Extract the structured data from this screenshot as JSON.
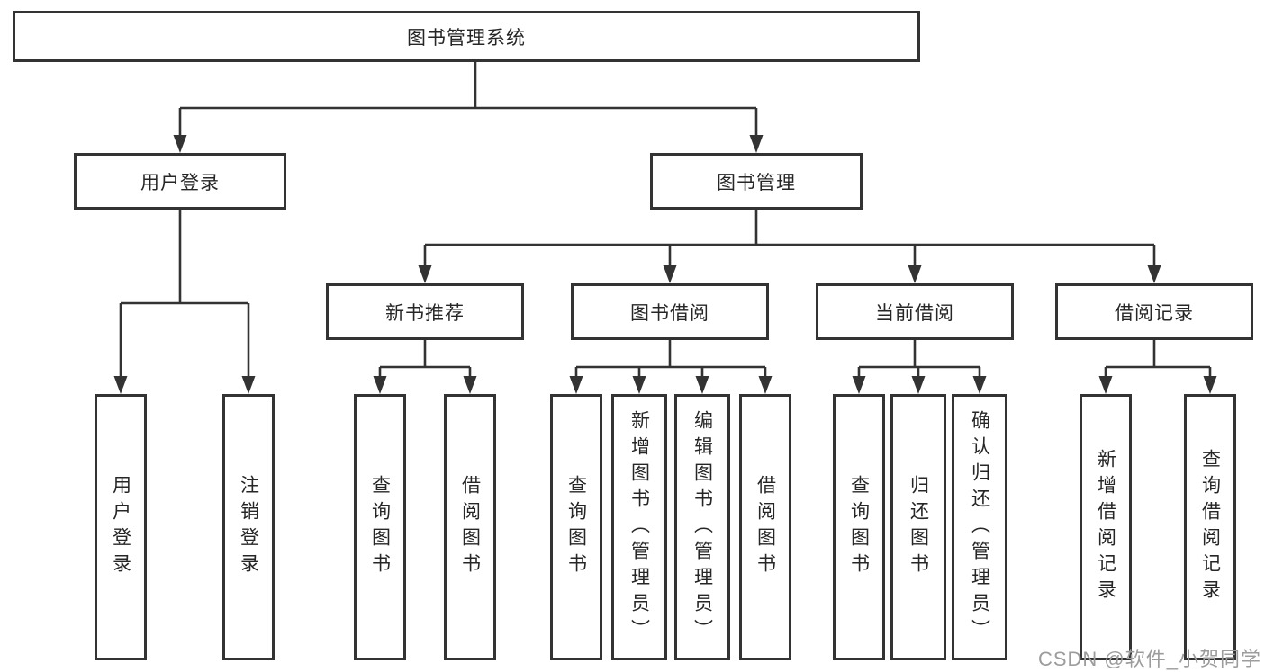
{
  "diagram": {
    "root": {
      "label": "图书管理系统"
    },
    "branches": [
      {
        "label": "用户登录",
        "children": [
          "用户登录",
          "注销登录"
        ]
      },
      {
        "label": "图书管理",
        "children": [
          {
            "label": "新书推荐",
            "children": [
              "查询图书",
              "借阅图书"
            ]
          },
          {
            "label": "图书借阅",
            "children": [
              "查询图书",
              "新增图书（管理员）",
              "编辑图书（管理员）",
              "借阅图书"
            ]
          },
          {
            "label": "当前借阅",
            "children": [
              "查询图书",
              "归还图书",
              "确认归还（管理员）"
            ]
          },
          {
            "label": "借阅记录",
            "children": [
              "新增借阅记录",
              "查询借阅记录"
            ]
          }
        ]
      }
    ]
  },
  "watermark": {
    "text": "CSDN @软件_小贺同学"
  },
  "colors": {
    "line": "#333333",
    "box_border": "#333333",
    "text": "#262626",
    "watermark": "#9c9c9c",
    "background": "#ffffff"
  }
}
